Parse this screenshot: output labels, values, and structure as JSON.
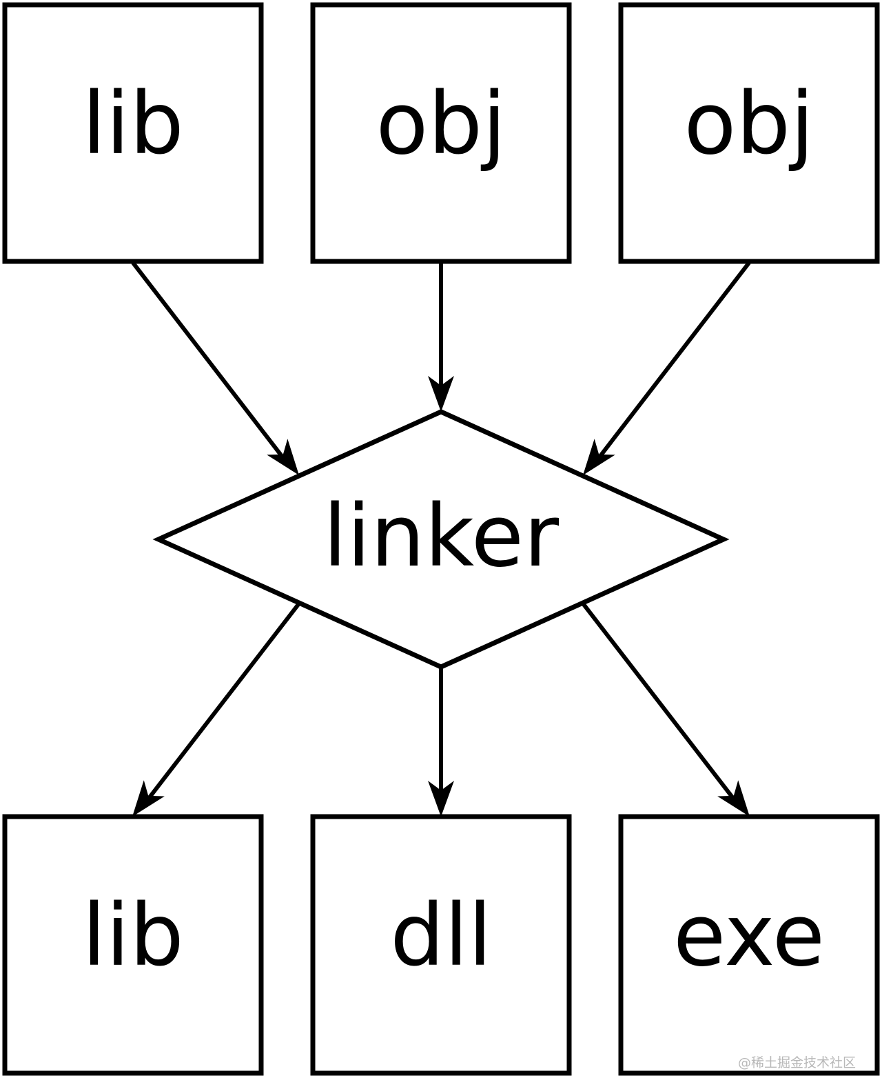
{
  "nodes": {
    "input_lib": "lib",
    "input_obj_1": "obj",
    "input_obj_2": "obj",
    "linker": "linker",
    "output_lib": "lib",
    "output_dll": "dll",
    "output_exe": "exe"
  },
  "edges": [
    {
      "from": "input_lib",
      "to": "linker"
    },
    {
      "from": "input_obj_1",
      "to": "linker"
    },
    {
      "from": "input_obj_2",
      "to": "linker"
    },
    {
      "from": "linker",
      "to": "output_lib"
    },
    {
      "from": "linker",
      "to": "output_dll"
    },
    {
      "from": "linker",
      "to": "output_exe"
    }
  ],
  "watermark": "@稀土掘金技术社区",
  "colors": {
    "stroke": "#000000",
    "background": "#ffffff",
    "watermark": "#b8b8b8"
  }
}
